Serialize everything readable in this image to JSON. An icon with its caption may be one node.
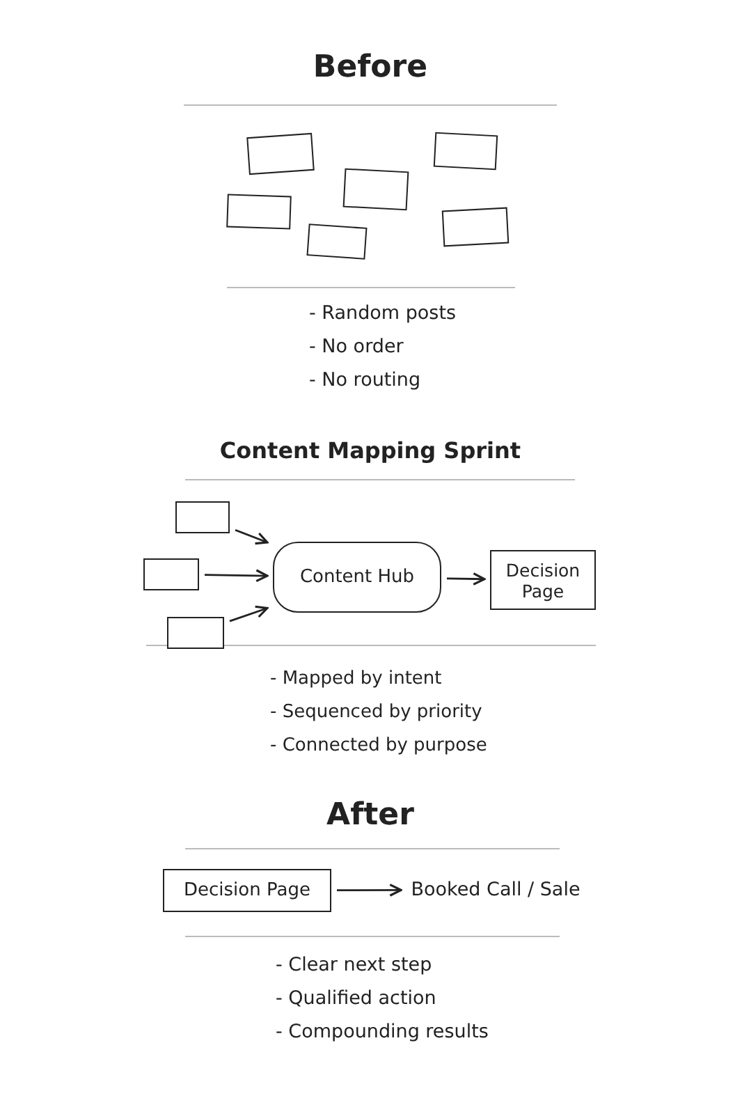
{
  "diagram": {
    "nodes": [
      {
        "text": [],
        "shape": "box"
      },
      {
        "text": [],
        "shape": "box"
      },
      {
        "text": [],
        "shape": "box"
      },
      {
        "text": [],
        "shape": "box"
      },
      {
        "text": [],
        "shape": "box"
      },
      {
        "text": [],
        "shape": "box"
      },
      {
        "text": [],
        "shape": "box"
      },
      {
        "text": [],
        "shape": "box"
      },
      {
        "text": [],
        "shape": "box"
      },
      {
        "text": [
          "Content Hub"
        ]
      },
      {
        "text": [
          "Decision Page"
        ]
      },
      {
        "text": [
          "Decision Page"
        ]
      },
      {
        "text": [
          "Booked Call / Sale"
        ]
      }
    ],
    "edges": [
      {
        "from": 6,
        "to": 9,
        "arrow": "to"
      },
      {
        "from": 7,
        "to": 9,
        "arrow": "to"
      },
      {
        "from": 8,
        "to": 9,
        "arrow": "to"
      },
      {
        "from": 9,
        "to": 10,
        "arrow": "to"
      },
      {
        "from": 11,
        "to": 12,
        "arrow": "to"
      }
    ],
    "labels": [
      "Before",
      "- Random posts",
      "- No order",
      "- No routing",
      "Content Mapping Sprint",
      "- Mapped by intent",
      "- Sequenced by priority",
      "- Connected by purpose",
      "After",
      "- Clear next step",
      "- Qualified action",
      "- Compounding results"
    ]
  }
}
